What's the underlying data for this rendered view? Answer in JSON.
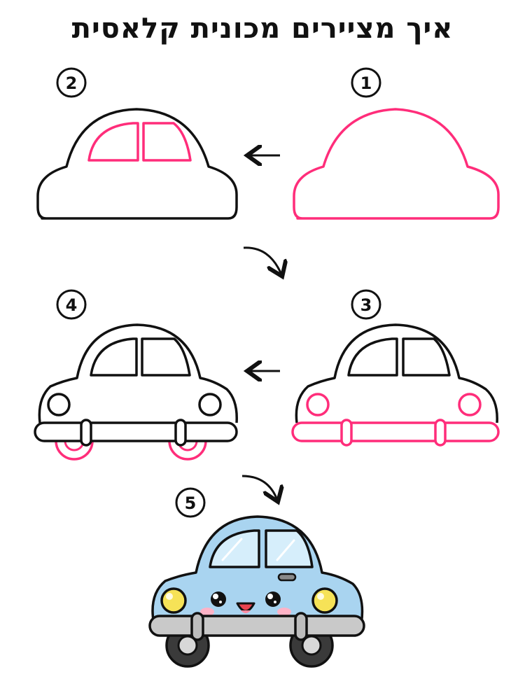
{
  "title": "איך מציירים מכונית קלאסית",
  "steps": [
    {
      "number": "1"
    },
    {
      "number": "2"
    },
    {
      "number": "3"
    },
    {
      "number": "4"
    },
    {
      "number": "5"
    }
  ],
  "colors": {
    "outline": "#111111",
    "highlight": "#ff2d7a",
    "car_body": "#a9d4f0",
    "window": "#d6eefb",
    "bumper": "#c9c9c9",
    "tire": "#3a3a3a",
    "headlight": "#f6e257",
    "blush": "#ffb3c7",
    "mouth": "#e8434f"
  }
}
